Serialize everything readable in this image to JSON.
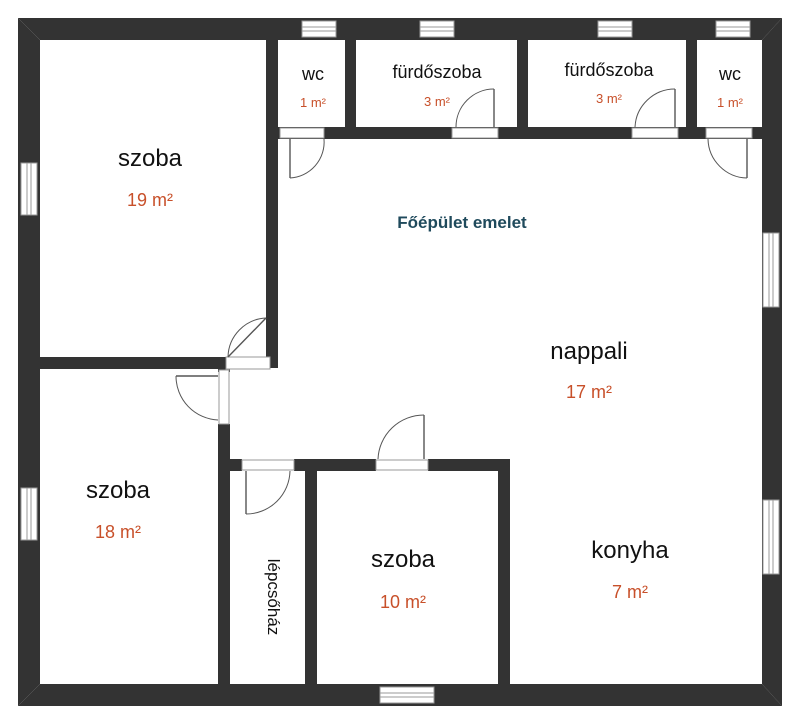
{
  "title": "Főépület emelet",
  "colors": {
    "wall": "#333333",
    "area_text": "#c8502a",
    "title_text": "#1f4a5c",
    "window_frame": "#9a9a9a"
  },
  "rooms": {
    "szoba_1": {
      "name": "szoba",
      "area": "19 m²"
    },
    "szoba_2": {
      "name": "szoba",
      "area": "18 m²"
    },
    "szoba_3": {
      "name": "szoba",
      "area": "10 m²"
    },
    "wc_1": {
      "name": "wc",
      "area": "1 m²"
    },
    "wc_2": {
      "name": "wc",
      "area": "1 m²"
    },
    "furdoszoba_1": {
      "name": "fürdőszoba",
      "area": "3 m²"
    },
    "furdoszoba_2": {
      "name": "fürdőszoba",
      "area": "3 m²"
    },
    "nappali": {
      "name": "nappali",
      "area": "17 m²"
    },
    "konyha": {
      "name": "konyha",
      "area": "7 m²"
    },
    "lepcsohaz": {
      "name": "lépcsőház"
    }
  }
}
